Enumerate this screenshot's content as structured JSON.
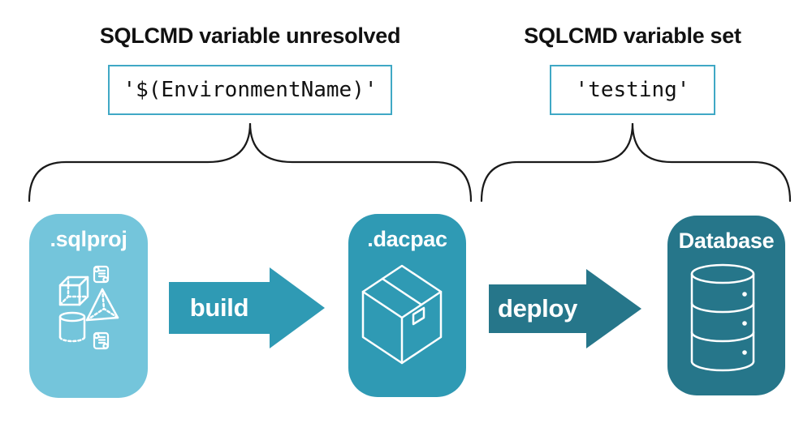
{
  "title_groups": {
    "unresolved": {
      "heading": "SQLCMD variable unresolved",
      "code_value": "'$(EnvironmentName)'"
    },
    "set": {
      "heading": "SQLCMD variable set",
      "code_value": "'testing'"
    }
  },
  "pipeline": {
    "stages": [
      {
        "label": ".sqlproj",
        "icon": "sql-objects-collection-icon",
        "fill": "#74C5DB"
      },
      {
        "label": ".dacpac",
        "icon": "package-box-icon",
        "fill": "#2F9AB4"
      },
      {
        "label": "Database",
        "icon": "database-cylinder-icon",
        "fill": "#26768A"
      }
    ],
    "arrows": [
      {
        "label": "build",
        "fill": "#2F9AB4"
      },
      {
        "label": "deploy",
        "fill": "#26768A"
      }
    ],
    "sqlproj_sub_icons": [
      "script-scroll-icon",
      "cube-icon",
      "pyramid-icon",
      "cylinder-icon",
      "script-scroll-icon"
    ]
  },
  "colors": {
    "background": "#FFFFFF",
    "heading_text": "#111111",
    "code_text": "#111111",
    "code_box_border": "#3FA8C5",
    "brace_stroke": "#1A1A1A",
    "icon_stroke": "#FFFFFF"
  }
}
